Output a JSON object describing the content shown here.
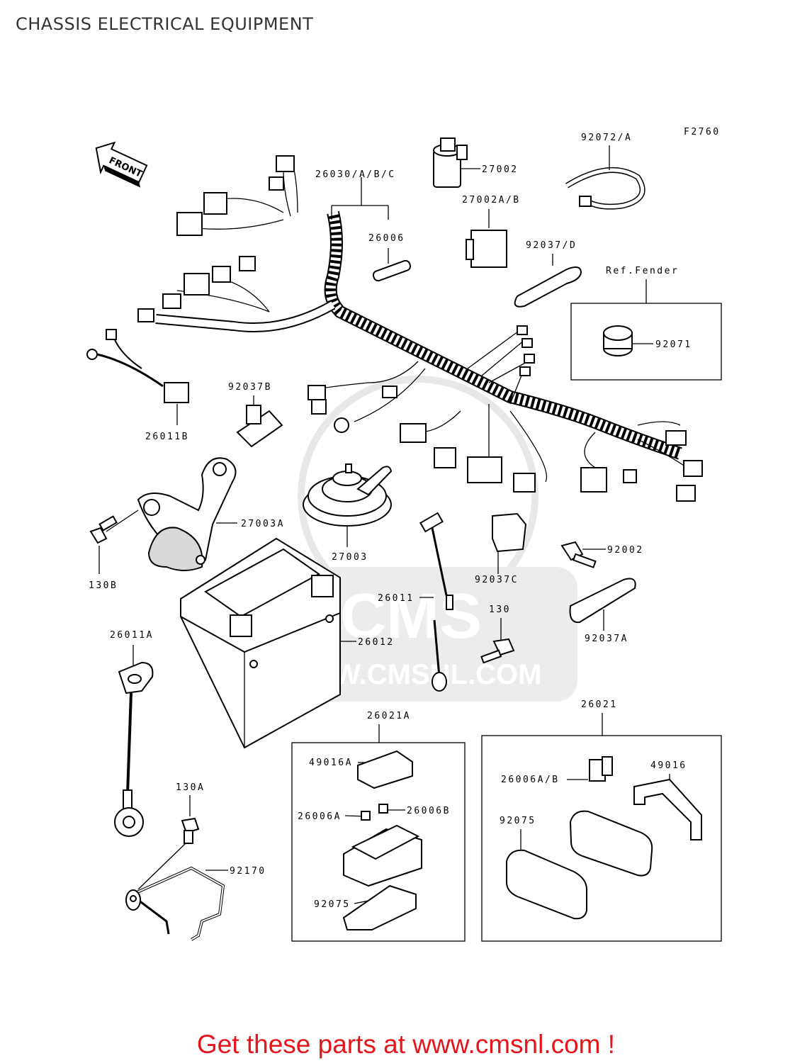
{
  "title": "CHASSIS ELECTRICAL EQUIPMENT",
  "figure_code": "F2760",
  "front_label": "FRONT",
  "ref_label": "Ref.Fender",
  "watermark_url": "WWW.CMSNL.COM",
  "watermark_brand": "CMS",
  "footer": "Get these parts at www.cmsnl.com !",
  "footer_color": "#e5151c",
  "parts": {
    "p26030": "26030/A/B/C",
    "p27002": "27002",
    "p92072A": "92072/A",
    "p27002AB": "27002A/B",
    "p26006": "26006",
    "p92037D": "92037/D",
    "p92071": "92071",
    "p92037B": "92037B",
    "p26011B": "26011B",
    "p27003A": "27003A",
    "p27003": "27003",
    "p92002": "92002",
    "p130B": "130B",
    "p92037C": "92037C",
    "p26011": "26011",
    "p130": "130",
    "p92037A": "92037A",
    "p26011A": "26011A",
    "p26012": "26012",
    "p26021A": "26021A",
    "p26021": "26021",
    "p49016A": "49016A",
    "p26006AB": "26006A/B",
    "p49016": "49016",
    "p26006A": "26006A",
    "p26006B": "26006B",
    "p130A": "130A",
    "p92075a": "92075",
    "p92075b": "92075",
    "p92170": "92170"
  }
}
